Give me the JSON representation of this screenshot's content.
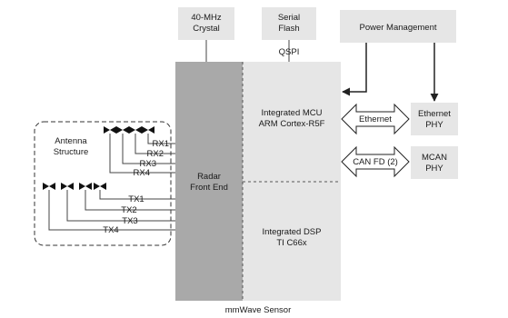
{
  "crystal": {
    "line1": "40-MHz",
    "line2": "Crystal"
  },
  "flash": {
    "line1": "Serial",
    "line2": "Flash"
  },
  "qspi": "QSPI",
  "power": "Power Management",
  "antenna": {
    "line1": "Antenna",
    "line2": "Structure"
  },
  "rx": [
    "RX1",
    "RX2",
    "RX3",
    "RX4"
  ],
  "tx": [
    "TX1",
    "TX2",
    "TX3",
    "TX4"
  ],
  "rfe": {
    "line1": "Radar",
    "line2": "Front End"
  },
  "mcu": {
    "line1": "Integrated MCU",
    "line2": "ARM Cortex-R5F"
  },
  "dsp": {
    "line1": "Integrated DSP",
    "line2": "TI C66x"
  },
  "ethernet": "Ethernet",
  "can": "CAN FD (2)",
  "eth_phy": {
    "line1": "Ethernet",
    "line2": "PHY"
  },
  "mcan_phy": {
    "line1": "MCAN",
    "line2": "PHY"
  },
  "sensor": "mmWave Sensor",
  "colors": {
    "box_fill": "#e6e6e6",
    "rfe_fill": "#a9a9a9",
    "line": "#444444"
  }
}
